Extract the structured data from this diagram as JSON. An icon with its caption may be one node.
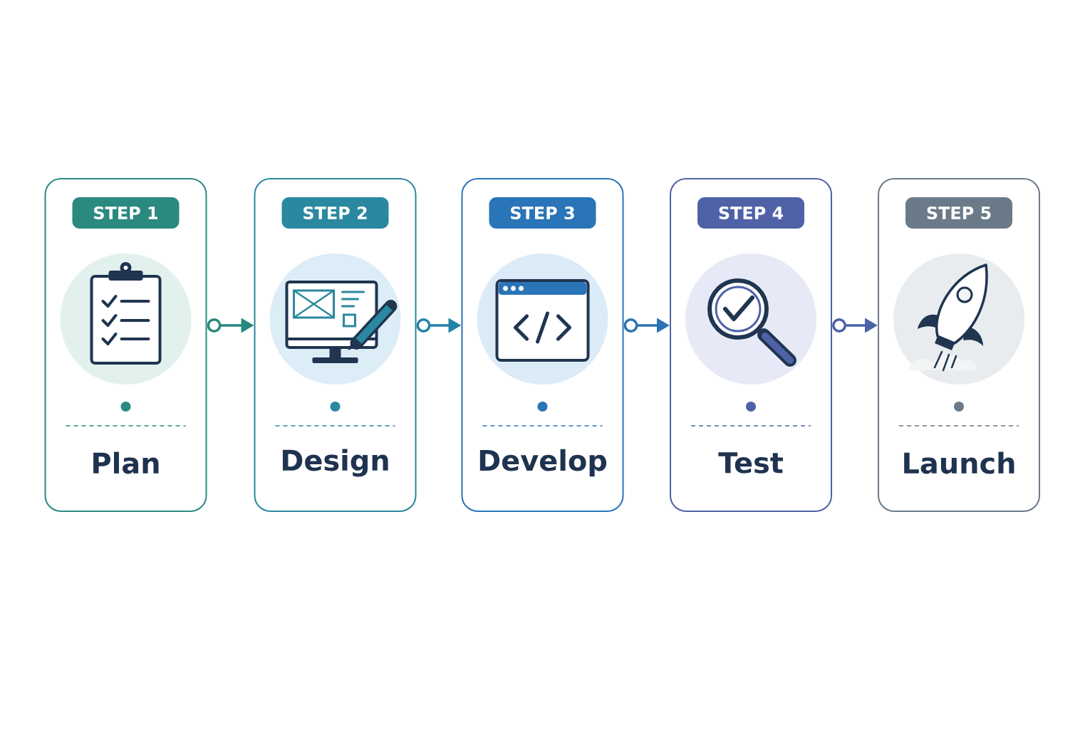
{
  "diagram": {
    "nodes": [
      {
        "text": [
          "STEP 1",
          "Plan"
        ]
      },
      {
        "text": [
          "STEP 2",
          "Design"
        ]
      },
      {
        "text": [
          "STEP 3",
          "Develop"
        ]
      },
      {
        "text": [
          "STEP 4",
          "Test"
        ]
      },
      {
        "text": [
          "STEP 5",
          "Launch"
        ]
      }
    ],
    "edges": [
      {
        "from": 0,
        "to": 1,
        "arrow": "to",
        "color": "#25887c"
      },
      {
        "from": 1,
        "to": 2,
        "arrow": "to",
        "color": "#2382a8"
      },
      {
        "from": 2,
        "to": 3,
        "arrow": "to",
        "color": "#2874b4"
      },
      {
        "from": 3,
        "to": 4,
        "arrow": "to",
        "color": "#4a62a8"
      }
    ]
  }
}
